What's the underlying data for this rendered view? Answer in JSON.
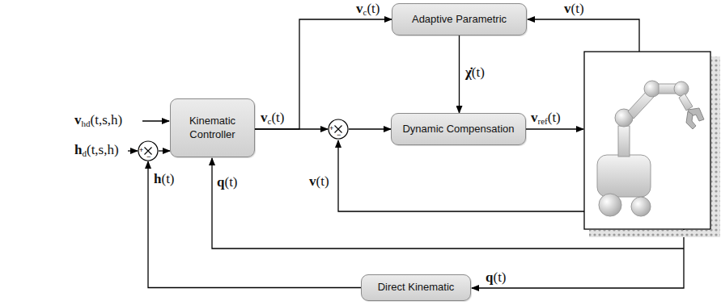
{
  "diagram": {
    "nodes": [
      {
        "text": [
          "Adaptive Parametric"
        ]
      },
      {
        "text": [
          "+",
          "−"
        ]
      },
      {
        "text": [
          "Kinematic Controller"
        ]
      },
      {
        "text": [
          "+",
          "−"
        ]
      },
      {
        "text": [
          "Dynamic Compensation"
        ]
      },
      {
        "text": [
          "Direct Kinematic"
        ]
      }
    ],
    "edges": [
      {
        "from": 1,
        "to": 2,
        "arrow": "to"
      },
      {
        "from": 2,
        "to": 3,
        "arrow": "to"
      },
      {
        "from": 2,
        "to": 0,
        "arrow": "to"
      },
      {
        "from": 0,
        "to": 4,
        "arrow": "to"
      },
      {
        "from": 3,
        "to": 4,
        "arrow": "to"
      },
      {
        "from": 5,
        "to": 1,
        "arrow": "to"
      }
    ],
    "labels": [
      "vhd(t,s,h)",
      "hd(t,s,h)",
      "h(t)",
      "q(t)",
      "vc(t)",
      "vc(t)",
      "v(t)",
      "χ̇(t)",
      "vref(t)",
      "v(t)",
      "q(t)"
    ]
  }
}
